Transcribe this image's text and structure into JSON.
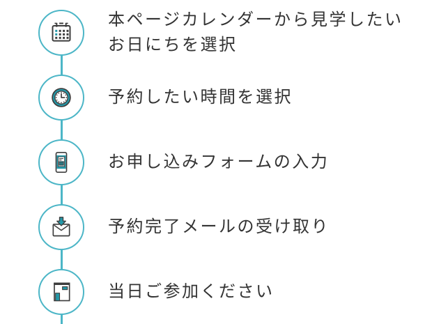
{
  "page": {
    "background_color": "#ffffff",
    "text_color": "#333333"
  },
  "flow": {
    "accent_color": "#2398a8",
    "connector_color": "#4cb6c7",
    "icon_outline_color": "#3d3d3d",
    "steps": [
      {
        "icon": "calendar-icon",
        "label": "本ページカレンダーから見学したい\nお日にちを選択"
      },
      {
        "icon": "clock-icon",
        "label": "予約したい時間を選択"
      },
      {
        "icon": "smartphone-icon",
        "label": "お申し込みフォームの入力"
      },
      {
        "icon": "mail-icon",
        "label": "予約完了メールの受け取り"
      },
      {
        "icon": "door-icon",
        "label": "当日ご参加ください"
      }
    ]
  }
}
